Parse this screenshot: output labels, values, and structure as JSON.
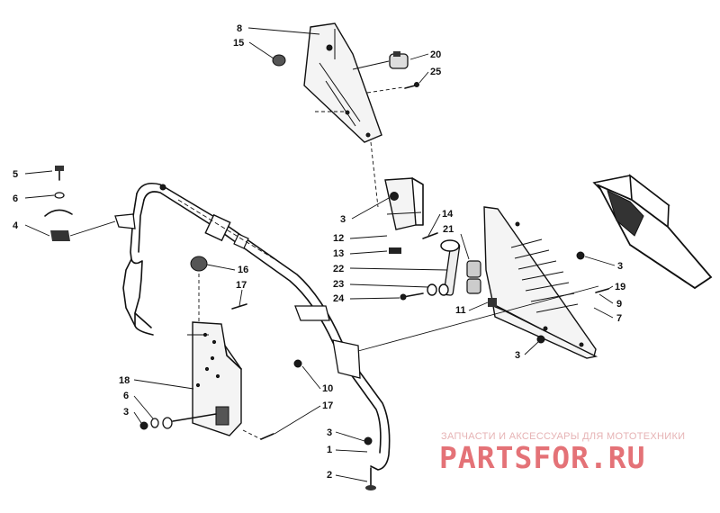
{
  "diagram": {
    "callouts": [
      {
        "id": "c8",
        "text": "8"
      },
      {
        "id": "c15",
        "text": "15"
      },
      {
        "id": "c20",
        "text": "20"
      },
      {
        "id": "c25",
        "text": "25"
      },
      {
        "id": "c5",
        "text": "5"
      },
      {
        "id": "c6a",
        "text": "6"
      },
      {
        "id": "c4",
        "text": "4"
      },
      {
        "id": "c3a",
        "text": "3"
      },
      {
        "id": "c12",
        "text": "12"
      },
      {
        "id": "c13",
        "text": "13"
      },
      {
        "id": "c14",
        "text": "14"
      },
      {
        "id": "c21",
        "text": "21"
      },
      {
        "id": "c22",
        "text": "22"
      },
      {
        "id": "c23",
        "text": "23"
      },
      {
        "id": "c24",
        "text": "24"
      },
      {
        "id": "c3b",
        "text": "3"
      },
      {
        "id": "c19",
        "text": "19"
      },
      {
        "id": "c9",
        "text": "9"
      },
      {
        "id": "c11",
        "text": "11"
      },
      {
        "id": "c7",
        "text": "7"
      },
      {
        "id": "c3c",
        "text": "3"
      },
      {
        "id": "c16",
        "text": "16"
      },
      {
        "id": "c17a",
        "text": "17"
      },
      {
        "id": "c18",
        "text": "18"
      },
      {
        "id": "c6b",
        "text": "6"
      },
      {
        "id": "c3d",
        "text": "3"
      },
      {
        "id": "c10",
        "text": "10"
      },
      {
        "id": "c17b",
        "text": "17"
      },
      {
        "id": "c3e",
        "text": "3"
      },
      {
        "id": "c1",
        "text": "1"
      },
      {
        "id": "c2",
        "text": "2"
      }
    ]
  },
  "watermark": {
    "caption": "ЗАПЧАСТИ И АКСЕССУАРЫ ДЛЯ МОТОТЕХНИКИ",
    "logo": "PARTSFOR.RU",
    "color": "#e05a60"
  }
}
